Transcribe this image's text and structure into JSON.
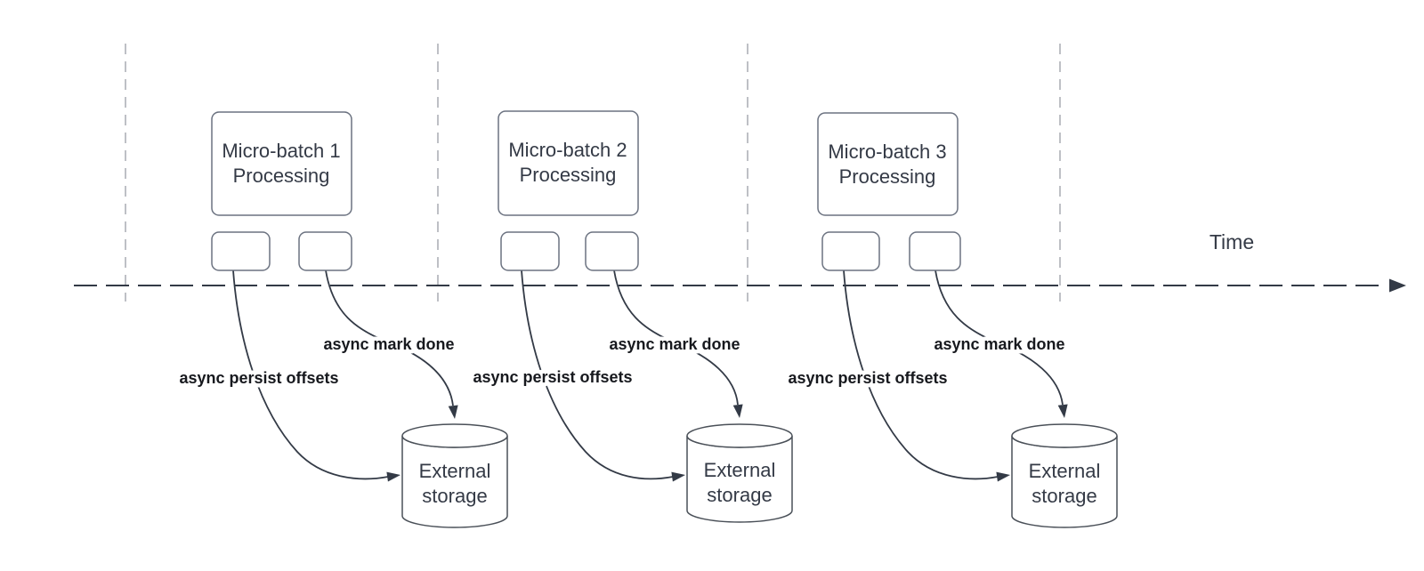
{
  "diagram": {
    "time_label": "Time",
    "groups": [
      {
        "title_line1": "Micro-batch 1",
        "title_line2": "Processing",
        "persist_label": "async persist offsets",
        "done_label": "async mark done",
        "storage_line1": "External",
        "storage_line2": "storage"
      },
      {
        "title_line1": "Micro-batch 2",
        "title_line2": "Processing",
        "persist_label": "async persist offsets",
        "done_label": "async mark done",
        "storage_line1": "External",
        "storage_line2": "storage"
      },
      {
        "title_line1": "Micro-batch 3",
        "title_line2": "Processing",
        "persist_label": "async persist offsets",
        "done_label": "async mark done",
        "storage_line1": "External",
        "storage_line2": "storage"
      }
    ]
  },
  "colors": {
    "stroke-dark": "#333a46",
    "stroke-box": "#6b7280",
    "stroke-cyl": "#4a5058",
    "gridline": "#aeb1b7",
    "text-primary": "#343a46",
    "text-label": "#17191e",
    "bg": "#ffffff"
  }
}
